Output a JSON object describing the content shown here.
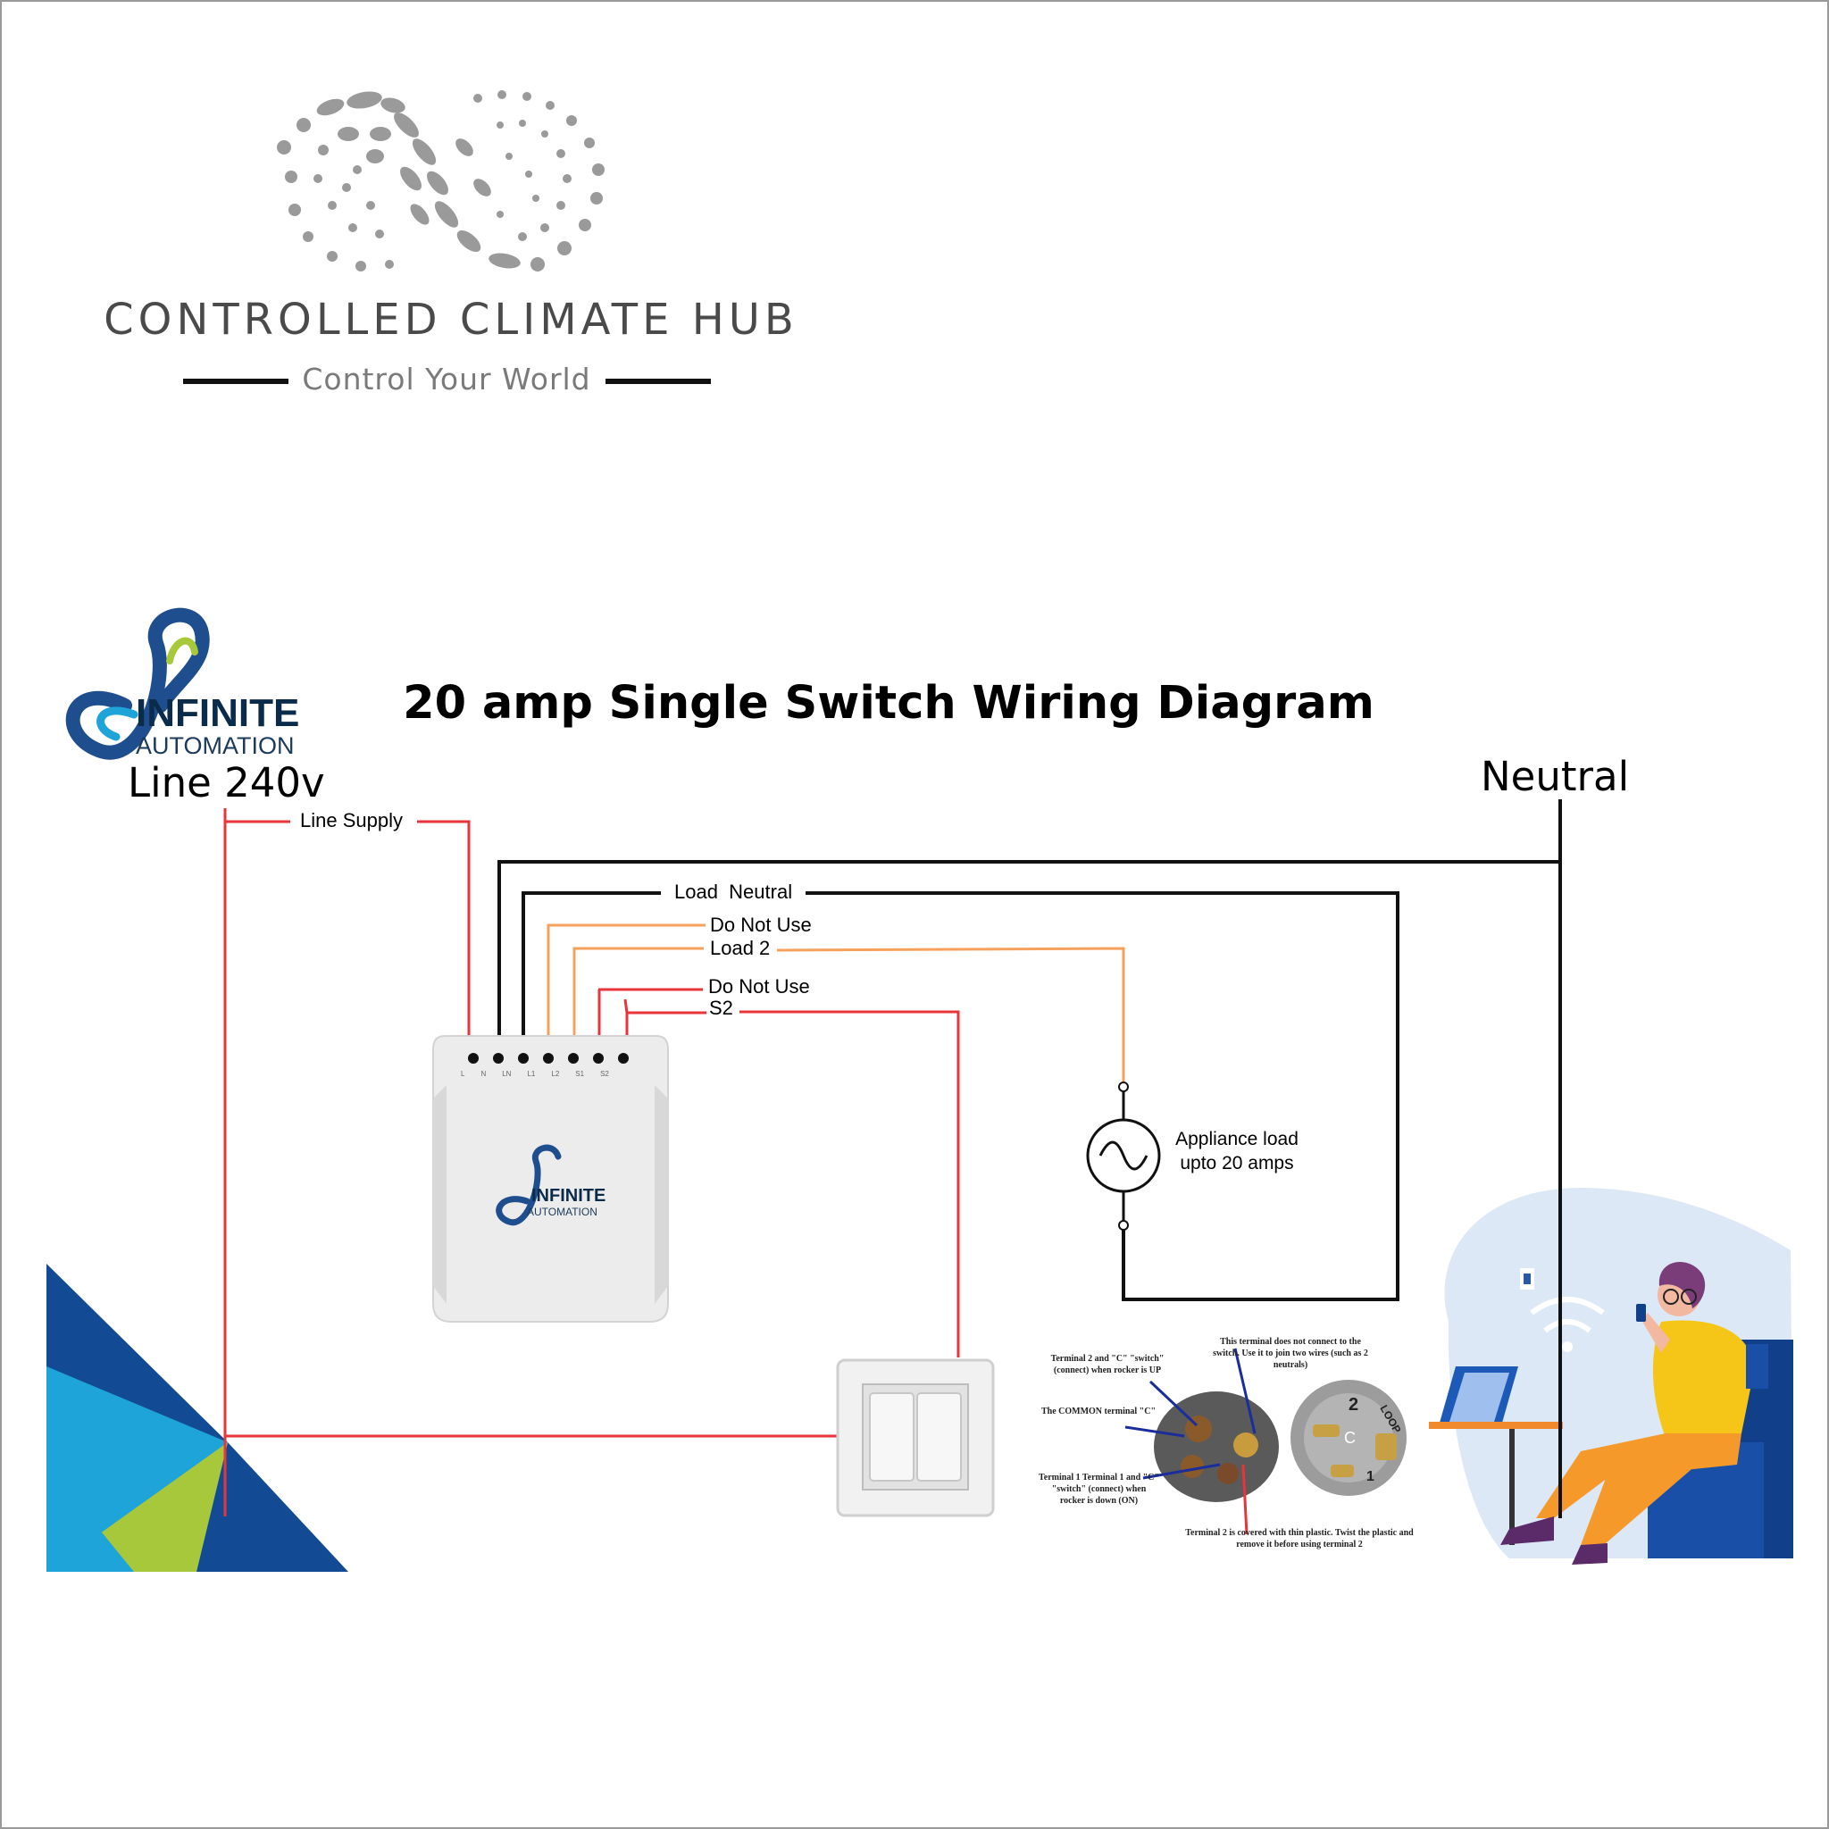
{
  "branding": {
    "title": "CONTROLLED CLIMATE HUB",
    "tagline": "Control Your World",
    "partner_name": "INFINITE",
    "partner_sub": "AUTOMATION"
  },
  "diagram": {
    "title": "20 amp Single Switch Wiring Diagram",
    "line_label": "Line 240v",
    "neutral_label": "Neutral",
    "wire_labels": {
      "line_supply": "Line Supply",
      "load_neutral": "Load  Neutral",
      "do_not_use_1": "Do Not Use",
      "load_2": "Load 2",
      "do_not_use_2": "Do Not Use",
      "s2": "S2"
    },
    "appliance": {
      "line1": "Appliance load",
      "line2": "upto 20 amps"
    },
    "module": {
      "brand": "INFINITE",
      "brand_sub": "AUTOMATION",
      "terminals": [
        "L",
        "N",
        "LN",
        "L1",
        "L2",
        "S1",
        "S2"
      ]
    },
    "switch_notes": {
      "note_terminal_no_connect": "This terminal does not connect to the switch.  Use it to join two wires (such as 2 neutrals)",
      "note_terminal2": "Terminal 2 and \"C\" \"switch\" (connect) when rocker is UP",
      "note_common": "The COMMON terminal \"C\"",
      "note_terminal1": "Terminal 1 Terminal 1 and \"C\" \"switch\" (connect) when rocker is down (ON)",
      "note_terminal2_cover": "Terminal 2 is covered with thin plastic. Twist the plastic and remove it before using terminal 2",
      "dial_labels": [
        "2",
        "LOOP",
        "C",
        "1"
      ]
    }
  },
  "colors": {
    "live": "#e8343a",
    "neutral": "#111111",
    "load": "#f5a15c",
    "logo_gray": "#9a9a9a",
    "navy": "#124b93",
    "cyan": "#1ea4d9",
    "lime": "#a7c83a"
  },
  "icons": [
    "dotted-infinity-logo-icon",
    "infinite-automation-logo-icon",
    "ac-source-symbol-icon",
    "wall-switch-icon",
    "person-with-phone-illustration"
  ]
}
